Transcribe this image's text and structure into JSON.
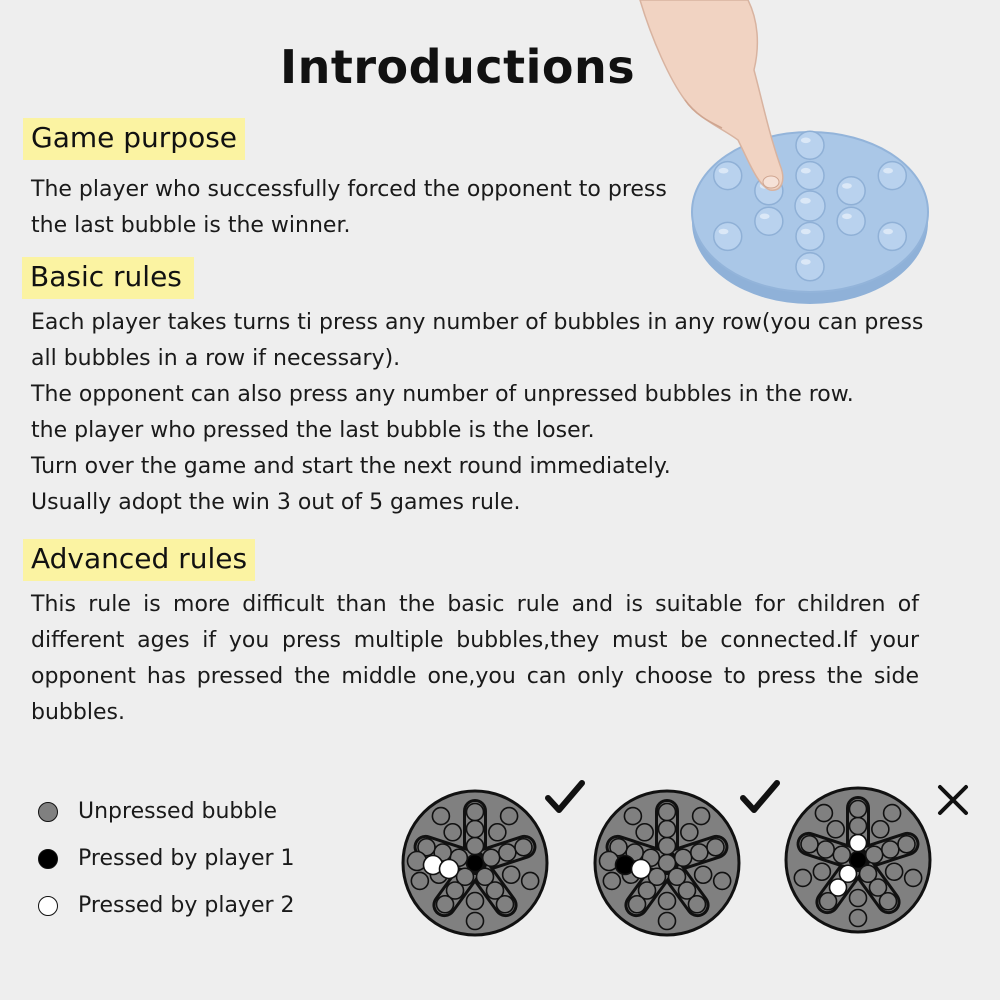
{
  "title": "Introductions",
  "sections": {
    "purpose": {
      "heading": "Game purpose",
      "lines": [
        "The player who successfully forced the opponent to press",
        "the last bubble is the winner."
      ]
    },
    "basic": {
      "heading": "Basic rules",
      "lines": [
        "Each player takes turns ti press any number of bubbles in any row(you can press",
        "all bubbles in a row if necessary).",
        "The opponent can also press any number of unpressed bubbles in the row.",
        "the player who pressed the last bubble is the loser.",
        "Turn over the game and start the next round immediately.",
        "Usually adopt the win 3 out of 5 games rule."
      ]
    },
    "advanced": {
      "heading": "Advanced rules",
      "lines": [
        "This rule is more difficult than the basic rule and is suitable for children of",
        "different ages if you press multiple bubbles,they must be connected.If your",
        "opponent has pressed the middle one,you can only choose to press the side",
        "bubbles."
      ]
    }
  },
  "legend": [
    {
      "label": "Unpressed bubble",
      "color": "#808080"
    },
    {
      "label": "Pressed by player 1",
      "color": "#000000"
    },
    {
      "label": "Pressed by player 2",
      "color": "#ffffff"
    }
  ],
  "diagrams": [
    {
      "verdict": "check-icon",
      "state": "valid",
      "player1": [
        [
          0,
          0
        ]
      ],
      "player2": [
        [
          6,
          1
        ],
        [
          6,
          2
        ]
      ]
    },
    {
      "verdict": "check-icon",
      "state": "valid",
      "player1": [
        [
          6,
          1
        ]
      ],
      "player2": [
        [
          6,
          2
        ],
        [
          6,
          3
        ]
      ]
    },
    {
      "verdict": "cross-icon",
      "state": "invalid",
      "player1": [
        [
          0,
          0
        ]
      ],
      "player2": [
        [
          1,
          1
        ],
        [
          4,
          1
        ],
        [
          4,
          2
        ]
      ]
    }
  ],
  "colors": {
    "highlight": "#fbf3a2",
    "toy_blue": "#a9c6e6",
    "diagram_fill": "#808080",
    "diagram_stroke": "#111111"
  }
}
